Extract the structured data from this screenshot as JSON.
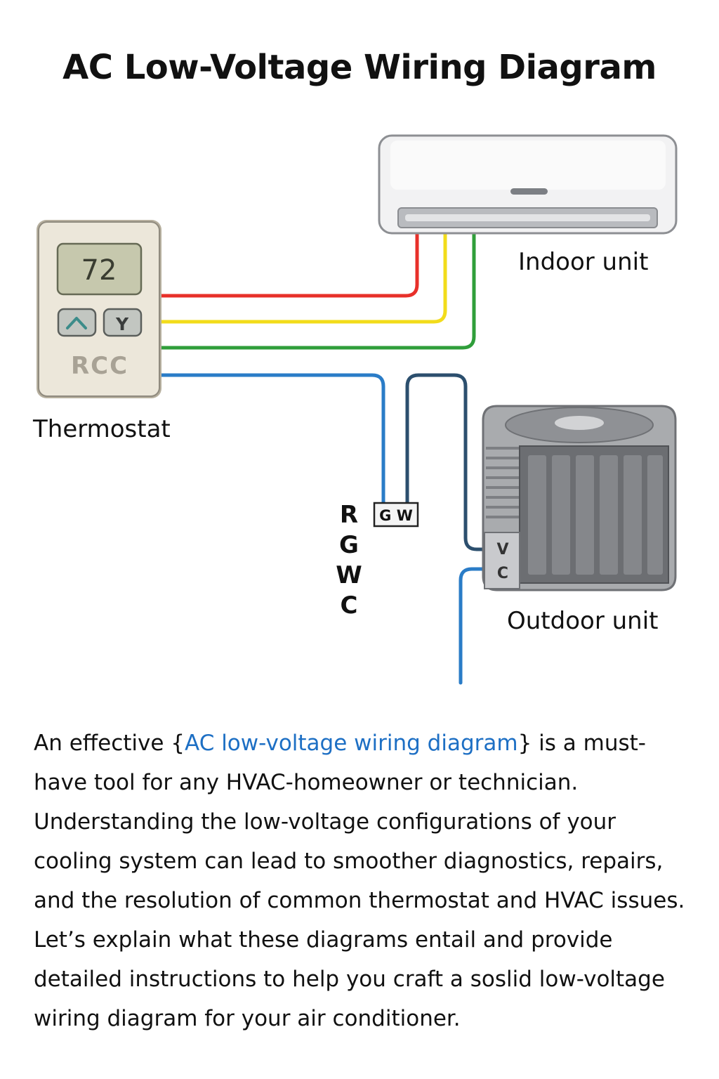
{
  "title": "AC Low-Voltage Wiring Diagram",
  "thermostat": {
    "display_value": "72",
    "up_button_symbol": "^",
    "y_button_label": "Y",
    "terminal_text": "RCC",
    "label": "Thermostat"
  },
  "indoor_unit": {
    "label": "Indoor unit"
  },
  "outdoor_unit": {
    "label": "Outdoor unit",
    "terminal_v": "V",
    "terminal_c": "C"
  },
  "junction": {
    "label": "G W"
  },
  "terminals": [
    "R",
    "G",
    "W",
    "C"
  ],
  "wire_colors": {
    "red": "#e8302a",
    "yellow": "#f2dc1b",
    "green": "#2f9e3a",
    "blue": "#2a7cc7",
    "navy": "#2c4f6e"
  },
  "paragraph": {
    "before": "An effective {",
    "link": "AC low-voltage wiring diagram",
    "after": "} is a must-have tool for any HVAC-homeowner or technician. Understanding the low-voltage configurations of your cooling system can lead to smoother diagnostics, repairs, and the resolution of common thermostat and HVAC issues. Let’s explain what these diagrams entail and provide detailed instructions to help you craft a soslid low-voltage wiring diagram for your air conditioner."
  }
}
